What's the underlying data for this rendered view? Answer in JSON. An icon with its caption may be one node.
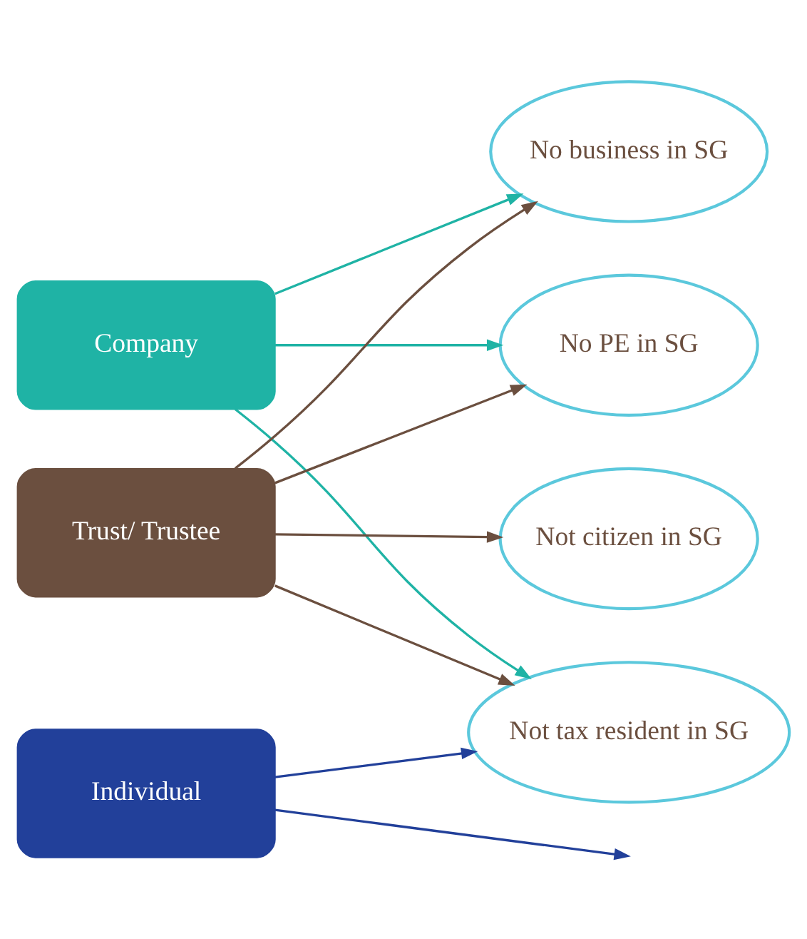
{
  "diagram": {
    "nodes": [
      {
        "text": [
          "Company"
        ]
      },
      {
        "text": [
          "Trust/ Trustee"
        ]
      },
      {
        "text": [
          "Individual"
        ]
      },
      {
        "text": [
          "No PE in SG"
        ]
      },
      {
        "text": [
          "No business in SG"
        ]
      },
      {
        "text": [
          "Not tax resident in SG"
        ]
      },
      {
        "text": [
          "Not citizen in SG"
        ]
      }
    ],
    "edges": [
      {
        "from": 0,
        "to": 3,
        "arrow": "to",
        "color": "#1fb3a5"
      },
      {
        "from": 0,
        "to": 4,
        "arrow": "to",
        "color": "#1fb3a5"
      },
      {
        "from": 0,
        "to": 5,
        "arrow": "to",
        "color": "#1fb3a5"
      },
      {
        "from": 1,
        "to": 3,
        "arrow": "to",
        "color": "#6b4f3f"
      },
      {
        "from": 1,
        "to": 4,
        "arrow": "to",
        "color": "#6b4f3f"
      },
      {
        "from": 1,
        "to": 5,
        "arrow": "to",
        "color": "#6b4f3f"
      },
      {
        "from": 1,
        "to": 6,
        "arrow": "to",
        "color": "#6b4f3f"
      },
      {
        "from": 2,
        "to": 5,
        "arrow": "to",
        "color": "#22409a"
      },
      {
        "from": 2,
        "to": null,
        "arrow": "to",
        "color": "#22409a"
      }
    ]
  }
}
